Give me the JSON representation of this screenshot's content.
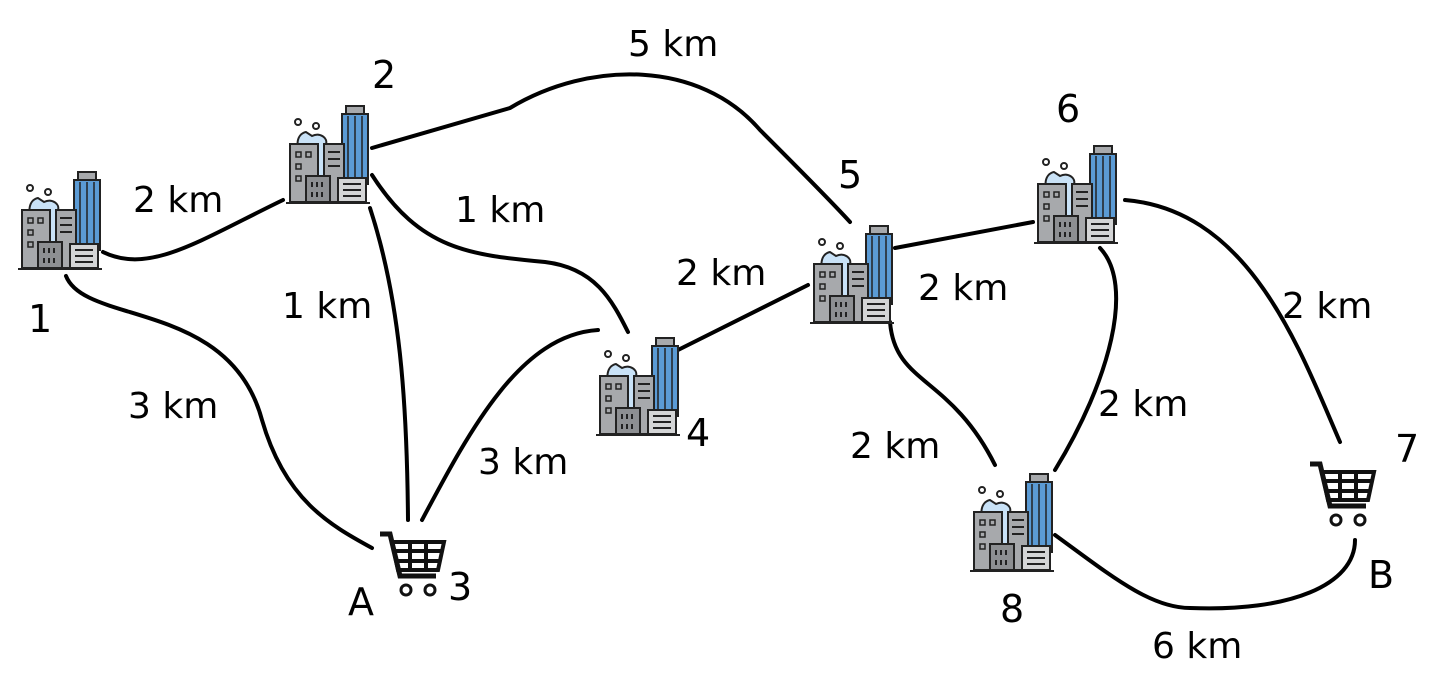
{
  "nodes": [
    {
      "id": "1",
      "label": "1",
      "type": "building"
    },
    {
      "id": "2",
      "label": "2",
      "type": "building"
    },
    {
      "id": "3",
      "label": "3",
      "type": "store",
      "store_label": "A"
    },
    {
      "id": "4",
      "label": "4",
      "type": "building"
    },
    {
      "id": "5",
      "label": "5",
      "type": "building"
    },
    {
      "id": "6",
      "label": "6",
      "type": "building"
    },
    {
      "id": "7",
      "label": "7",
      "type": "store",
      "store_label": "B"
    },
    {
      "id": "8",
      "label": "8",
      "type": "building"
    }
  ],
  "edges": [
    {
      "from": "1",
      "to": "2",
      "label": "2 km"
    },
    {
      "from": "1",
      "to": "3",
      "label": "3 km"
    },
    {
      "from": "2",
      "to": "3",
      "label": "1 km"
    },
    {
      "from": "2",
      "to": "4",
      "label": "1 km"
    },
    {
      "from": "2",
      "to": "5",
      "label": "5 km"
    },
    {
      "from": "3",
      "to": "4",
      "label": "3 km"
    },
    {
      "from": "4",
      "to": "5",
      "label": "2 km"
    },
    {
      "from": "5",
      "to": "6",
      "label": "2 km"
    },
    {
      "from": "5",
      "to": "8",
      "label": "2 km"
    },
    {
      "from": "6",
      "to": "8",
      "label": "2 km"
    },
    {
      "from": "6",
      "to": "7",
      "label": "2 km"
    },
    {
      "from": "8",
      "to": "7",
      "label": "6 km"
    }
  ],
  "colors": {
    "building_gray": "#a7a9ac",
    "glass_blue": "#5b9bd5",
    "cloud_blue": "#c9e2f7",
    "line": "#000000"
  }
}
